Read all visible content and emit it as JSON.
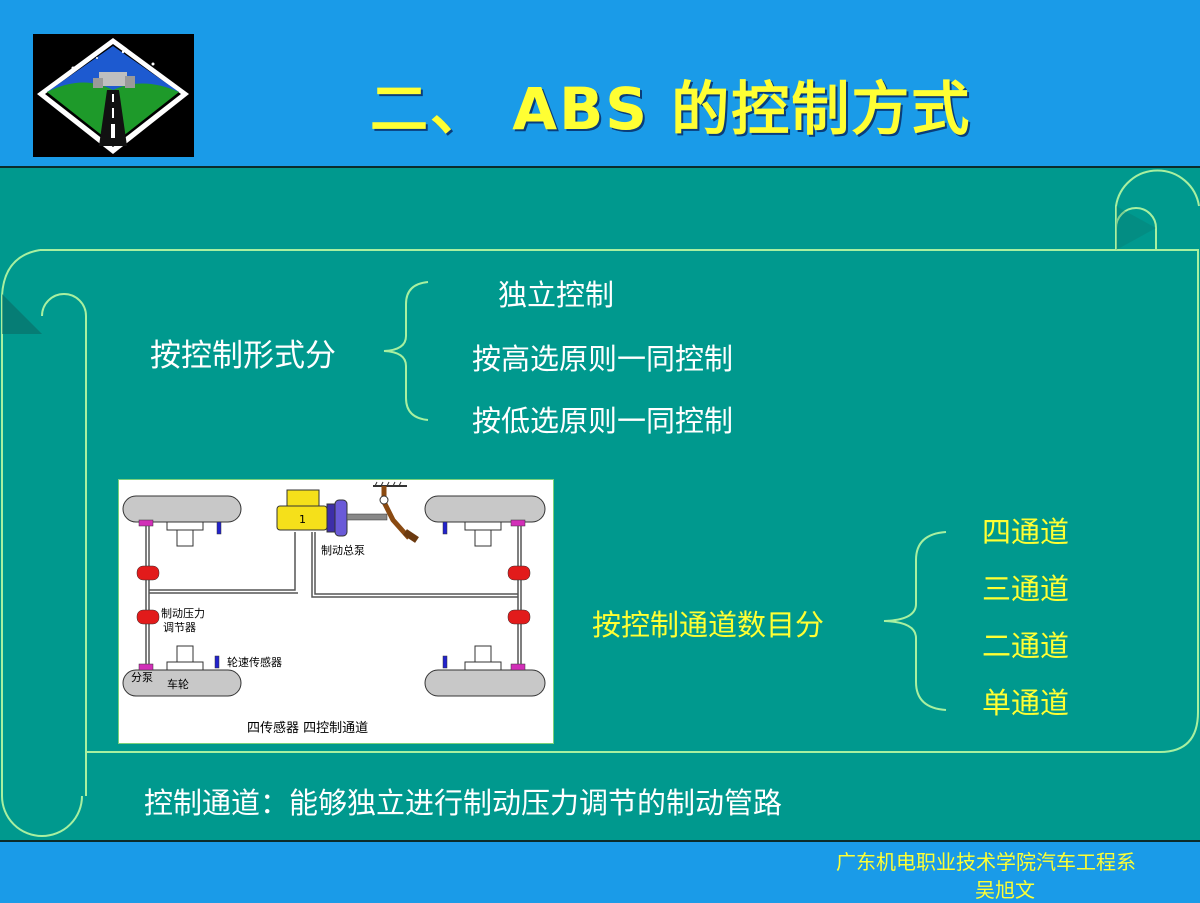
{
  "slide": {
    "title": "二、 ABS 的控制方式",
    "logo_icon": "road-diamond-logo-icon"
  },
  "form_section": {
    "heading": "按控制形式分",
    "items": [
      "独立控制",
      "按高选原则一同控制",
      "按低选原则一同控制"
    ]
  },
  "channel_section": {
    "heading": "按控制通道数目分",
    "items": [
      "四通道",
      "三通道",
      "二通道",
      "单通道"
    ]
  },
  "diagram": {
    "labels": {
      "master_cylinder_number": "1",
      "master_pump": "制动总泵",
      "pressure_regulator_1": "制动压力",
      "pressure_regulator_2": "调节器",
      "wheel_sensor": "轮速传感器",
      "wheel_cylinder": "分泵",
      "wheel": "车轮",
      "caption": "四传感器  四控制通道"
    }
  },
  "definition": "控制通道：能够独立进行制动压力调节的制动管路",
  "footer": {
    "line1": "广东机电职业技术学院汽车工程系",
    "line2": "吴旭文"
  },
  "colors": {
    "background": "#1a9be8",
    "panel": "#00998e",
    "scroll_line": "#a8f0a0",
    "title": "#ffff33"
  }
}
